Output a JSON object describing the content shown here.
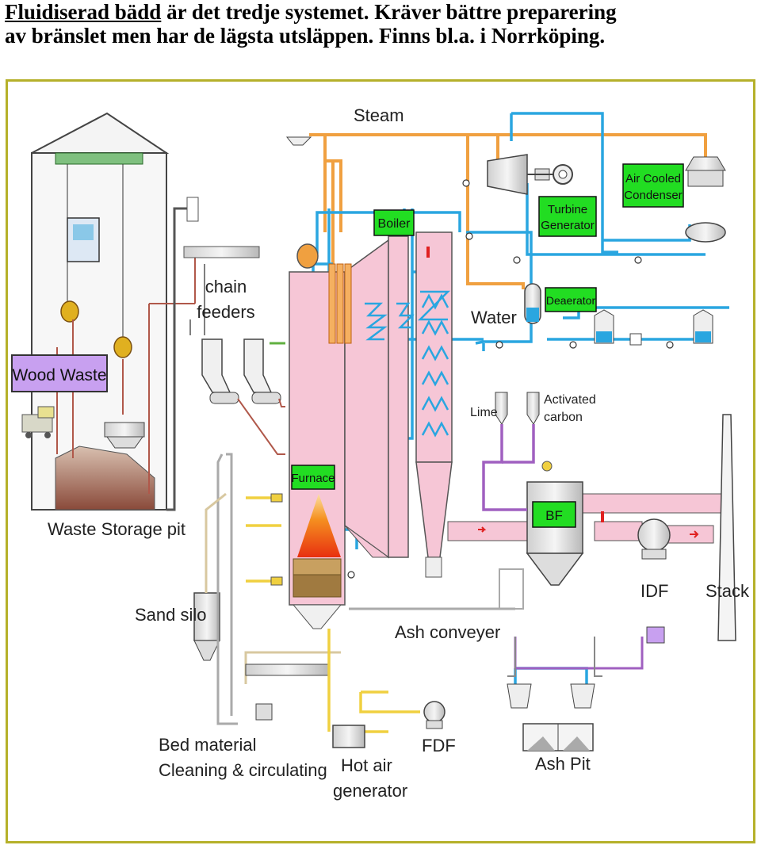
{
  "caption": {
    "line1_underlined": "Fluidiserad bädd",
    "line1_rest": " är det tredje systemet. Kräver bättre preparering",
    "line2": "av bränslet men har de lägsta utsläppen. Finns bl.a. i Norrköping."
  },
  "diagram": {
    "labels": {
      "steam": "Steam",
      "water": "Water",
      "chain_feeders_1": "chain",
      "chain_feeders_2": "feeders",
      "waste_storage_pit": "Waste Storage pit",
      "sand_silo": "Sand silo",
      "bed_material_1": "Bed material",
      "bed_material_2": "Cleaning & circulating",
      "hot_air_1": "Hot air",
      "hot_air_2": "generator",
      "fdf": "FDF",
      "ash_conveyer": "Ash conveyer",
      "ash_pit": "Ash Pit",
      "idf": "IDF",
      "stack": "Stack",
      "lime": "Lime",
      "activated_carbon_1": "Activated",
      "activated_carbon_2": "carbon"
    },
    "boxes": {
      "wood_waste": "Wood Waste",
      "boiler": "Boiler",
      "turbine_1": "Turbine",
      "turbine_2": "Generator",
      "air_cooled_1": "Air Cooled",
      "air_cooled_2": "Condenser",
      "deaerator": "Deaerator",
      "furnace": "Furnace",
      "bf": "BF"
    },
    "colors": {
      "steam_pipe": "#f0a040",
      "water_pipe": "#2aa6e0",
      "flue_gas": "#f6c6d6",
      "waste_pipe": "#b0584a",
      "sand_pipe": "#d8c8a0",
      "air_pipe": "#f0d040",
      "chemical_pipe": "#a060c0",
      "label_green": "#22dd22",
      "label_purple": "#c8a0f0",
      "frame": "#b5b02a"
    }
  }
}
